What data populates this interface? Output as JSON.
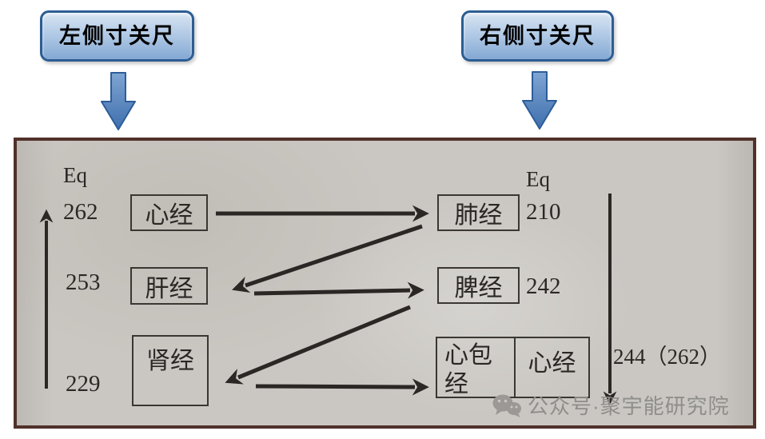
{
  "callouts": {
    "left": {
      "label": "左侧寸关尺"
    },
    "right": {
      "label": "右侧寸关尺"
    },
    "pointer_icon": "blue-down-arrow"
  },
  "scan": {
    "left_column": {
      "header": "Eq",
      "axis_icon": "up-arrow",
      "rows": [
        {
          "eq": "262",
          "meridian": "心经"
        },
        {
          "eq": "253",
          "meridian": "肝经"
        },
        {
          "eq": "229",
          "meridian": "肾经"
        }
      ]
    },
    "right_column": {
      "header": "Eq",
      "axis_icon": "down-arrow",
      "rows": [
        {
          "meridian": "肺经",
          "eq": "210"
        },
        {
          "meridian": "脾经",
          "eq": "242"
        },
        {
          "pair": [
            "心包经",
            "心经"
          ],
          "eq": "244（262）"
        }
      ]
    },
    "flow_arrows": [
      "心经→肺经",
      "肺经→肝经",
      "肝经→脾经",
      "脾经→肾经",
      "肾经→心包经"
    ],
    "watermark": {
      "icon": "wechat-icon",
      "text": "公众号·聚宇能研究院"
    }
  },
  "colors": {
    "callout_border": "#2c5d94",
    "callout_fill_top": "#d8e4f2",
    "callout_fill_bottom": "#83a8d3",
    "arrow_blue": "#4a7dbc",
    "scan_border": "#50312a",
    "paper": "#cac7c2",
    "ink": "#2a2724",
    "watermark": "#8f8d8a"
  }
}
